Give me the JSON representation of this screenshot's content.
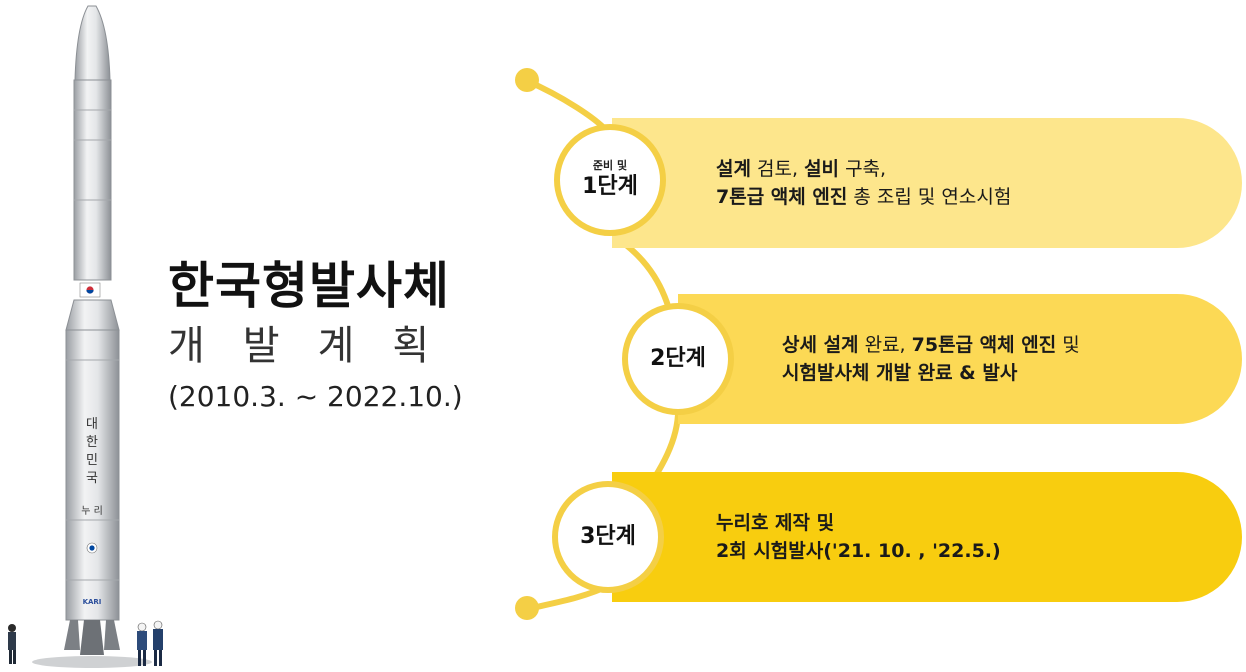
{
  "title": {
    "main": "한국형발사체",
    "sub": "개발계획",
    "period": "(2010.3. ~ 2022.10.)"
  },
  "rocket": {
    "side_text_vertical": "대한민국",
    "side_text_lower": "누리",
    "logo_text": "KARI"
  },
  "colors": {
    "stage1": "#fde68c",
    "stage2": "#fcd955",
    "stage3": "#f8cd0f",
    "line": "#f4cf45"
  },
  "stages": [
    {
      "badge_small": "준비 및",
      "badge_big": "1단계",
      "line1": [
        {
          "text": "설계",
          "bold": true
        },
        {
          "text": " 검토, ",
          "bold": false
        },
        {
          "text": "설비",
          "bold": true
        },
        {
          "text": " 구축,",
          "bold": false
        }
      ],
      "line2": [
        {
          "text": "7톤급 액체 엔진",
          "bold": true
        },
        {
          "text": " 총 조립 및 연소시험",
          "bold": false
        }
      ]
    },
    {
      "badge_small": "",
      "badge_big": "2단계",
      "line1": [
        {
          "text": "상세 설계",
          "bold": true
        },
        {
          "text": " 완료, ",
          "bold": false
        },
        {
          "text": "75톤급 액체 엔진",
          "bold": true
        },
        {
          "text": " 및",
          "bold": false
        }
      ],
      "line2": [
        {
          "text": "시험발사체 개발 완료 & 발사",
          "bold": true
        }
      ]
    },
    {
      "badge_small": "",
      "badge_big": "3단계",
      "line1": [
        {
          "text": "누리호 제작 및",
          "bold": true
        }
      ],
      "line2": [
        {
          "text": "2회 시험발사('21. 10. , '22.5.)",
          "bold": true
        }
      ]
    }
  ]
}
